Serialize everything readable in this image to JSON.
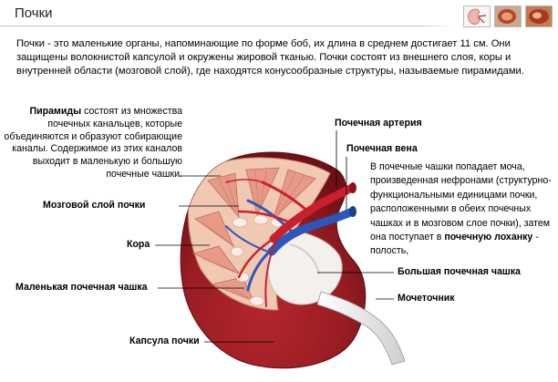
{
  "header": {
    "title": "Почки",
    "thumbnails": [
      {
        "icon": "kidney-outline-icon"
      },
      {
        "icon": "kidney-section-icon"
      },
      {
        "icon": "kidney-cortex-icon"
      }
    ]
  },
  "intro": "Почки - это маленькие органы, напоминающие по форме боб, их длина в среднем достигает 11 см. Они защищены волокнистой капсулой и окружены жировой тканью. Почки состоят из внешнего слоя, коры и внутренней области (мозговой слой), где находятся конусообразные структуры, называемые пирамидами.",
  "pyramids_note": {
    "term": "Пирамиды",
    "text": " состоят из множества почечных канальцев, которые объединяются и образуют собирающие каналы. Содержимое из этих каналов выходит в маленькую и большую почечные чашки."
  },
  "labels": {
    "medulla": "Мозговой слой почки",
    "cortex": "Кора",
    "minor_calyx": "Маленькая почечная чашка",
    "capsule": "Капсула почки",
    "renal_artery": "Почечная артерия",
    "renal_vein": "Почечная вена",
    "major_calyx": "Большая почечная чашка",
    "ureter": "Мочеточник"
  },
  "calyx_note": {
    "text": "В почечные чашки попадает моча, произведенная нефронами (структурно-функциональными единицами почки, расположенными в обеих почечных чашках и в мозговом слое почки), затем она поступает в ",
    "term": "почечную лоханку",
    "tail": " - полость,"
  },
  "colors": {
    "capsule": "#9e1d24",
    "cortex": "#f1c9b3",
    "medulla": "#e79a88",
    "artery": "#c8202d",
    "vein": "#2b58b8",
    "pelvis": "#f3f0ee"
  }
}
